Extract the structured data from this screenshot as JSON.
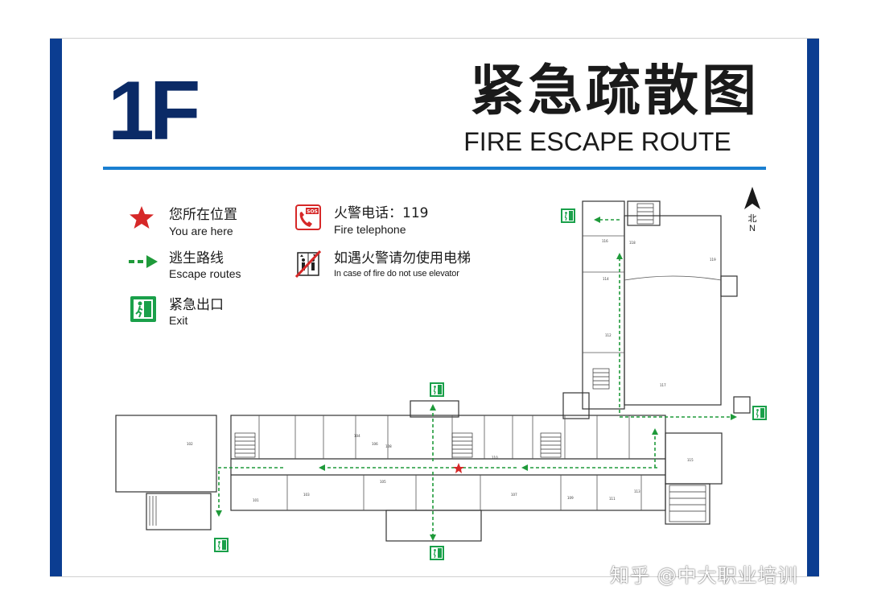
{
  "header": {
    "floor": "1F",
    "title_cn": "紧急疏散图",
    "title_en": "FIRE ESCAPE ROUTE"
  },
  "legend": {
    "you_are_here": {
      "cn": "您所在位置",
      "en": "You are here",
      "icon": "red-star-icon"
    },
    "escape_routes": {
      "cn": "逃生路线",
      "en": "Escape routes",
      "icon": "green-dashed-arrow-icon"
    },
    "exit": {
      "cn": "紧急出口",
      "en": "Exit",
      "icon": "exit-sign-icon"
    },
    "fire_telephone": {
      "cn": "火警电话：119",
      "en": "Fire telephone",
      "icon": "sos-phone-icon",
      "sos": "SOS"
    },
    "no_elevator": {
      "cn": "如遇火警请勿使用电梯",
      "en": "In case of fire do not use elevator",
      "icon": "no-elevator-icon"
    }
  },
  "compass": {
    "cn": "北",
    "en": "N"
  },
  "rooms": [
    "101",
    "102",
    "103",
    "104",
    "105",
    "106",
    "107",
    "108",
    "109",
    "110",
    "111",
    "112",
    "113",
    "114",
    "115",
    "116",
    "117",
    "118",
    "119"
  ],
  "watermark": "知乎 @中大职业培训",
  "colors": {
    "brand_blue": "#0b3d91",
    "rule_blue": "#1a7fd1",
    "escape_green": "#1f9a3a",
    "exit_green": "#1aa04a",
    "marker_red": "#d62828"
  }
}
